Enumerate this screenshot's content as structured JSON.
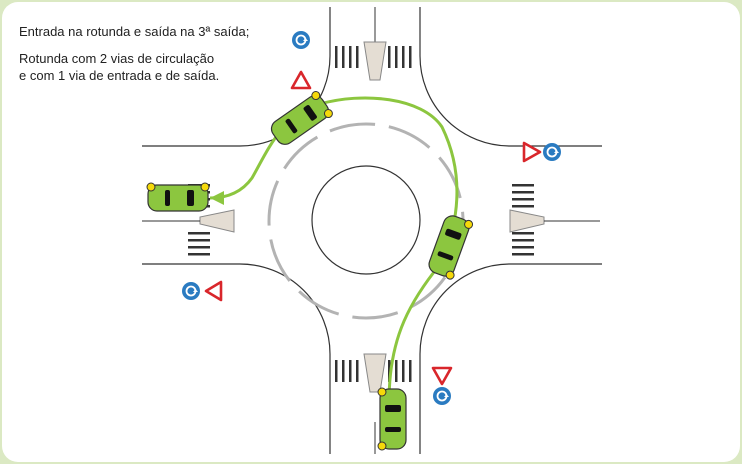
{
  "captions": {
    "line1": "Entrada na rotunda e saída na 3ª saída;",
    "line2": "Rotunda com 2 vias de circulação",
    "line3": "e com 1 via de entrada e de saída."
  },
  "icons": {
    "roundabout_sign": "roundabout-mandatory-sign-icon",
    "yield_sign": "yield-triangle-sign-icon",
    "car": "green-car-icon"
  },
  "colors": {
    "page_border": "#dbe9c3",
    "road_line": "#333333",
    "path": "#8cc63f",
    "car_body": "#8cc63f",
    "car_light": "#f5d90a",
    "sign_blue": "#2a7bc1",
    "sign_red": "#d9262b",
    "island": "#e4ddd3",
    "dashed_lane": "#b3b3b3"
  }
}
